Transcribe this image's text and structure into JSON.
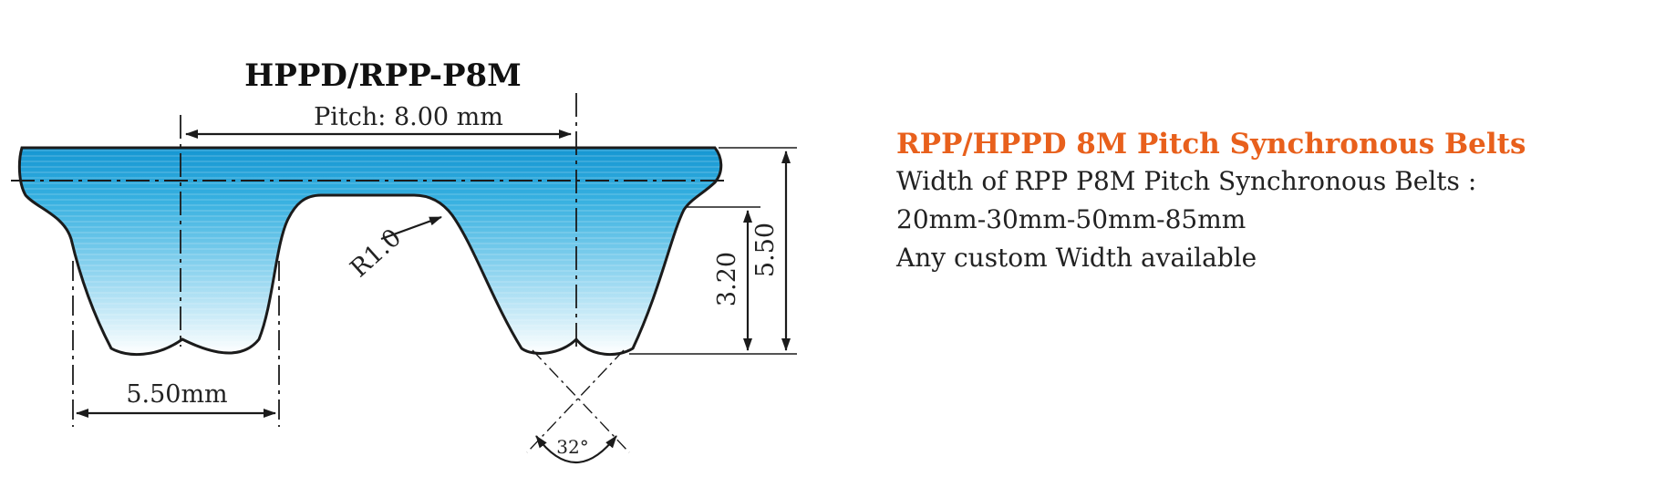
{
  "diagram": {
    "title": "HPPD/RPP-P8M",
    "pitch_label": "Pitch: 8.00 mm",
    "radius_label": "R1.0",
    "tooth_height_label": "3.20",
    "total_height_label": "5.50",
    "tooth_width_label": "5.50mm",
    "angle_label": "32°",
    "colors": {
      "belt_top": "#1aa0d8",
      "belt_bottom": "#ffffff",
      "outline": "#1b1b1b"
    }
  },
  "info": {
    "title": "RPP/HPPD 8M Pitch Synchronous Belts",
    "line1": "Width of RPP P8M Pitch Synchronous Belts :",
    "line2": "20mm-30mm-50mm-85mm",
    "line3": "Any custom Width available",
    "title_color": "#e8601c"
  }
}
